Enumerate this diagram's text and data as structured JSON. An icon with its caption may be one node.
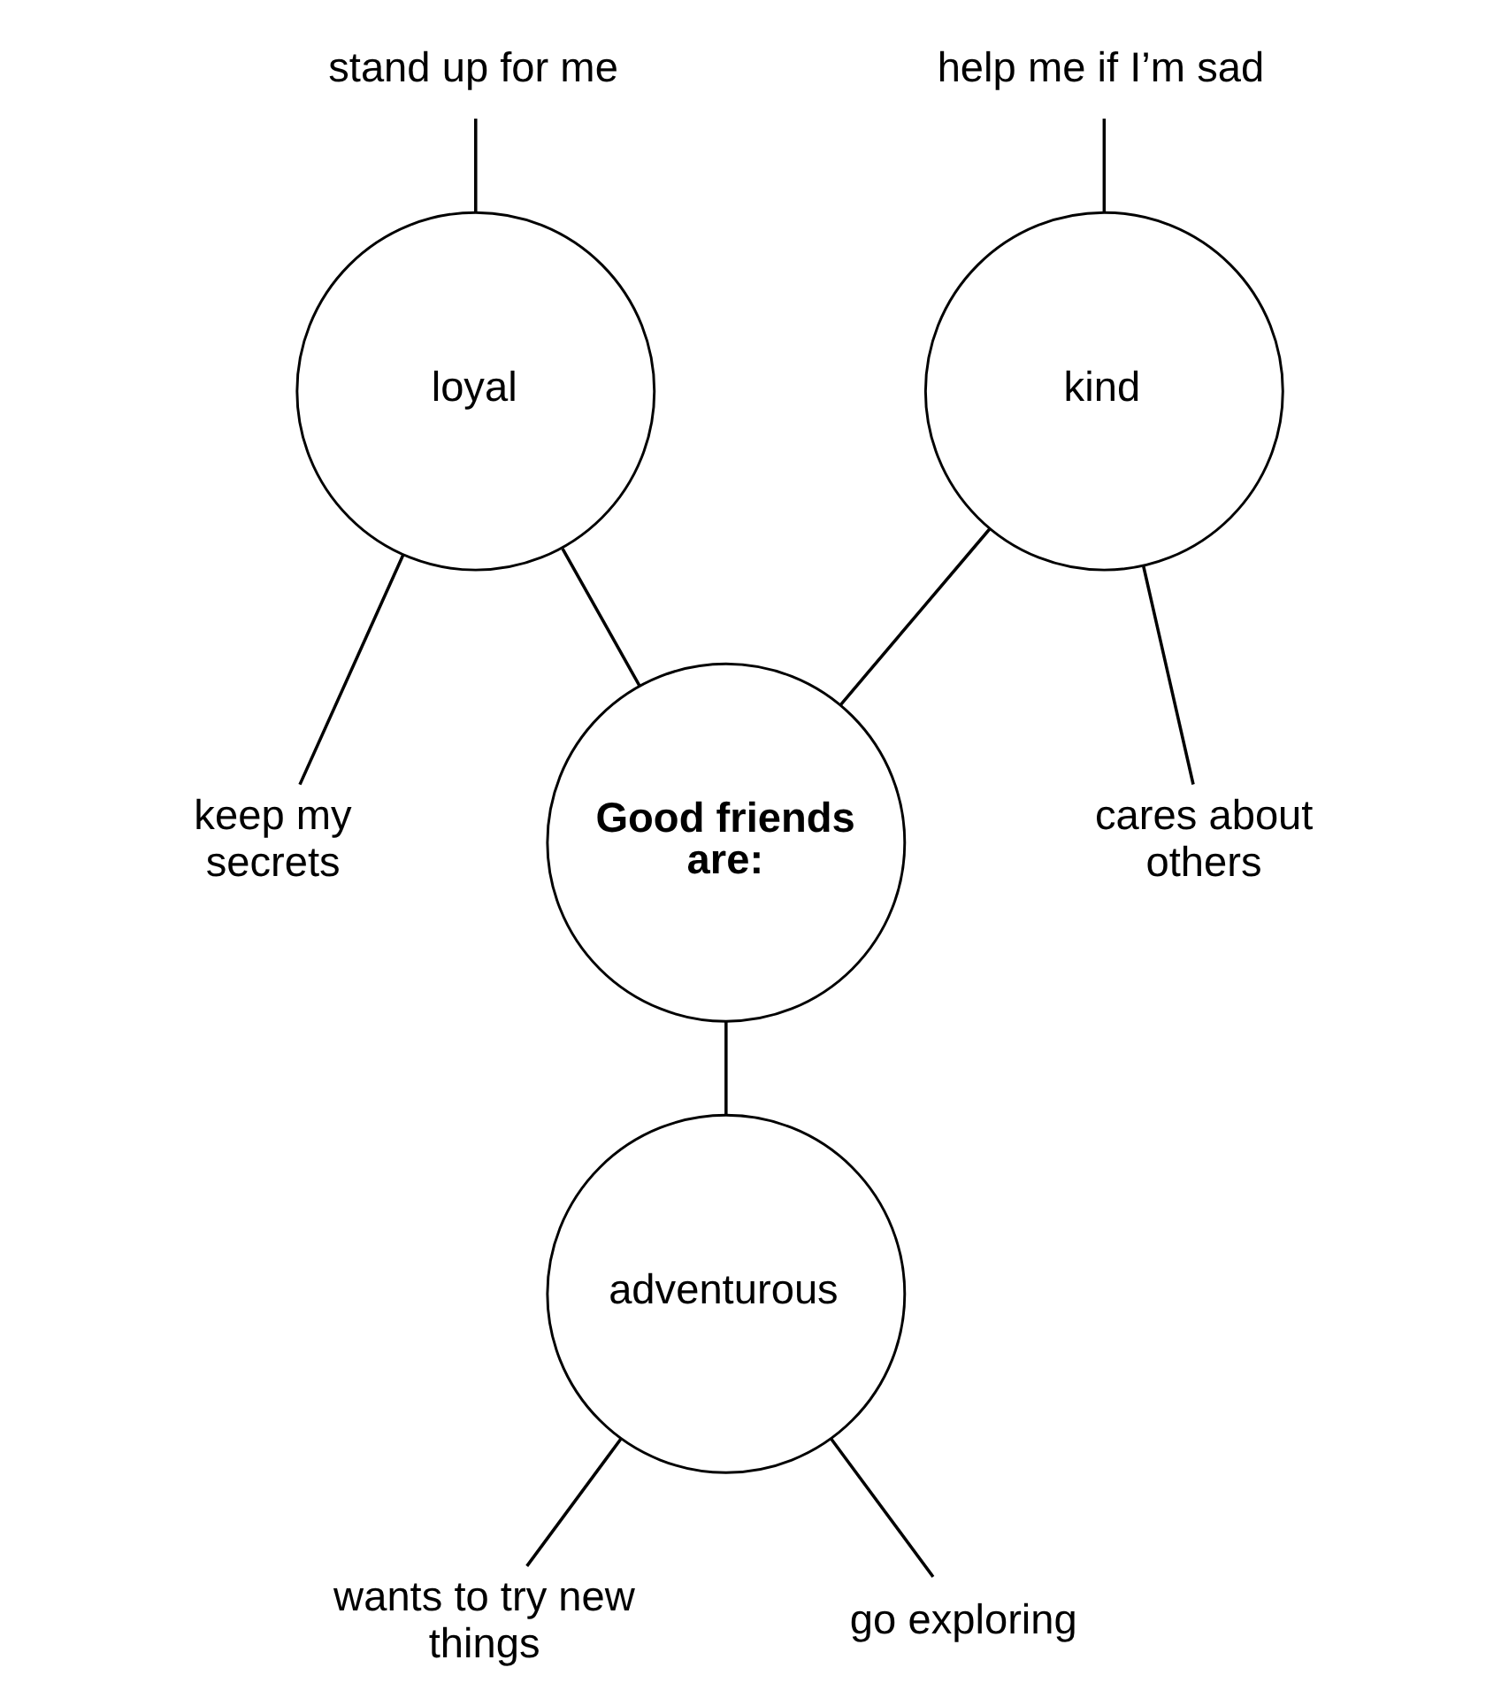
{
  "diagram": {
    "nodes": [
      {
        "text": [
          "stand up for me"
        ]
      },
      {
        "text": [
          "help me if I’m sad"
        ]
      },
      {
        "text": [
          "loyal"
        ]
      },
      {
        "text": [
          "kind"
        ]
      },
      {
        "text": [
          "keep my secrets"
        ]
      },
      {
        "text": [
          "Good friends are:"
        ]
      },
      {
        "text": [
          "cares about others"
        ]
      },
      {
        "text": [
          "adventurous"
        ]
      },
      {
        "text": [
          "wants to try new things"
        ]
      },
      {
        "text": [
          "go exploring"
        ]
      }
    ],
    "edges": [
      {
        "from": 0,
        "to": 2,
        "arrow": "none"
      },
      {
        "from": 1,
        "to": 3,
        "arrow": "none"
      },
      {
        "from": 2,
        "to": 4,
        "arrow": "none"
      },
      {
        "from": 2,
        "to": 5,
        "arrow": "none"
      },
      {
        "from": 3,
        "to": 5,
        "arrow": "none"
      },
      {
        "from": 3,
        "to": 6,
        "arrow": "none"
      },
      {
        "from": 5,
        "to": 7,
        "arrow": "none"
      },
      {
        "from": 7,
        "to": 8,
        "arrow": "none"
      },
      {
        "from": 7,
        "to": 9,
        "arrow": "none"
      }
    ]
  }
}
